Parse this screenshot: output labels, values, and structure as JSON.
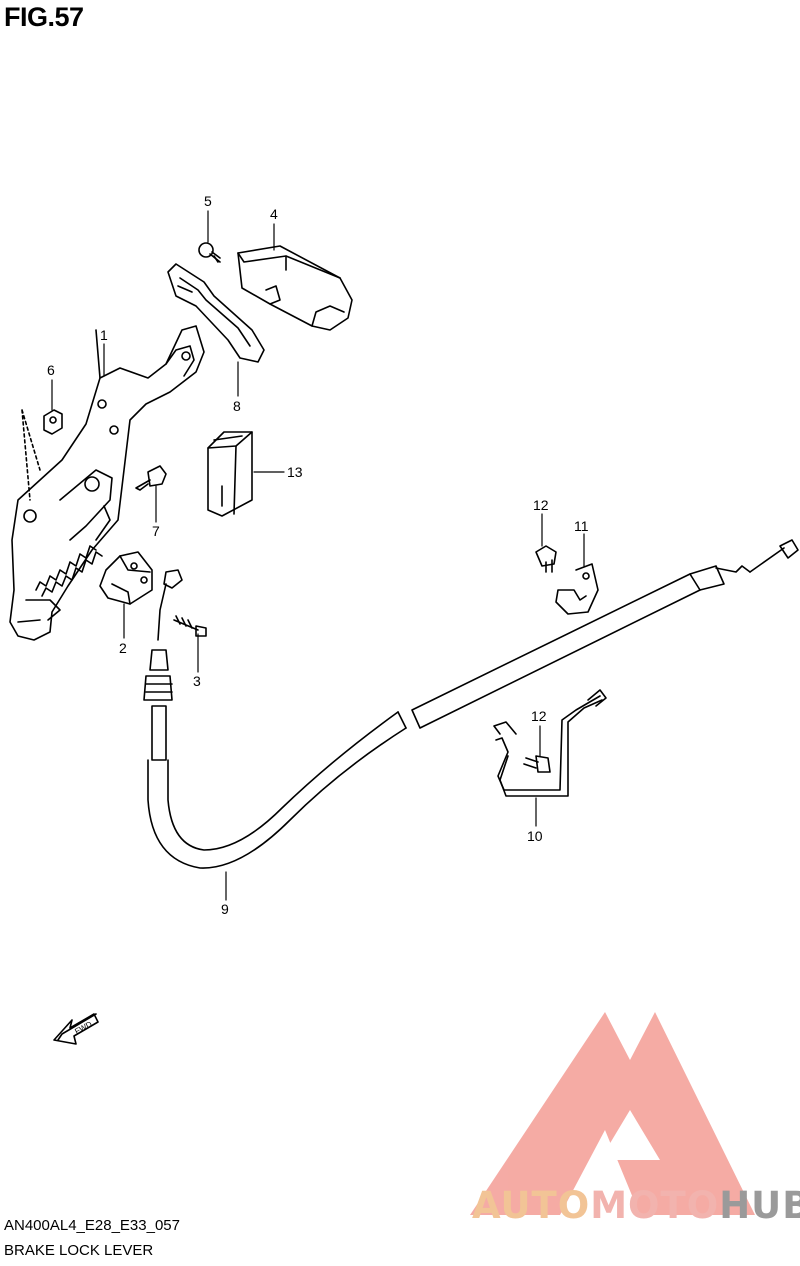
{
  "figure": {
    "title": "FIG.57"
  },
  "callouts": [
    "1",
    "2",
    "3",
    "4",
    "5",
    "6",
    "7",
    "8",
    "9",
    "10",
    "11",
    "12",
    "12",
    "13"
  ],
  "fwd_label": "FWD",
  "caption": {
    "code": "AN400AL4_E28_E33_057",
    "name": "BRAKE LOCK LEVER"
  },
  "watermark": {
    "word1": "AUTO",
    "word2": "MOTO",
    "word3": "HUB",
    "colors": {
      "auto": "#f2c496",
      "moto": "#f2b3ae",
      "hub": "#9a9a9a",
      "triangle": "#f4a29b"
    }
  }
}
